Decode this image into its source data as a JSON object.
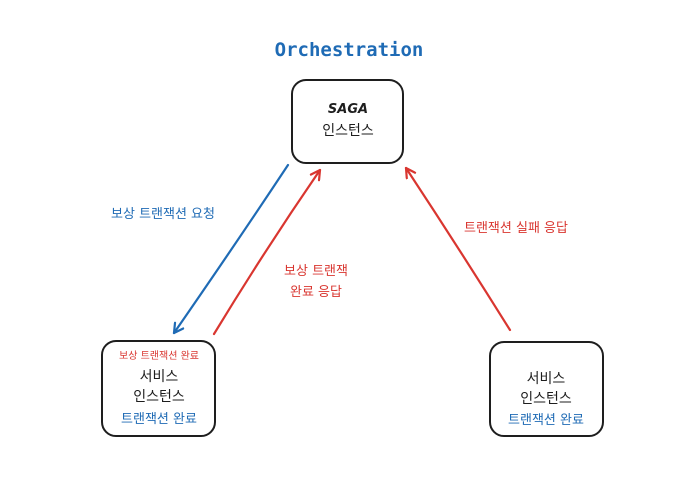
{
  "title": "Orchestration",
  "saga_box": {
    "line1": "SAGA",
    "line2": "인스턴스"
  },
  "service_left": {
    "top_note": "보상 트랜잭션 완료",
    "line1": "서비스",
    "line2": "인스턴스",
    "bottom_note": "트랜잭션 완료"
  },
  "service_right": {
    "line1": "서비스",
    "line2": "인스턴스",
    "bottom_note": "트랜잭션 완료"
  },
  "labels": {
    "comp_request": "보상 트랜잭션 요청",
    "comp_done_line1": "보상 트랜잭",
    "comp_done_line2": "완료 응답",
    "tx_fail": "트랜잭션 실패 응답"
  },
  "colors": {
    "blue": "#1f6bb5",
    "red": "#d93630",
    "stroke": "#1e1e1e"
  }
}
